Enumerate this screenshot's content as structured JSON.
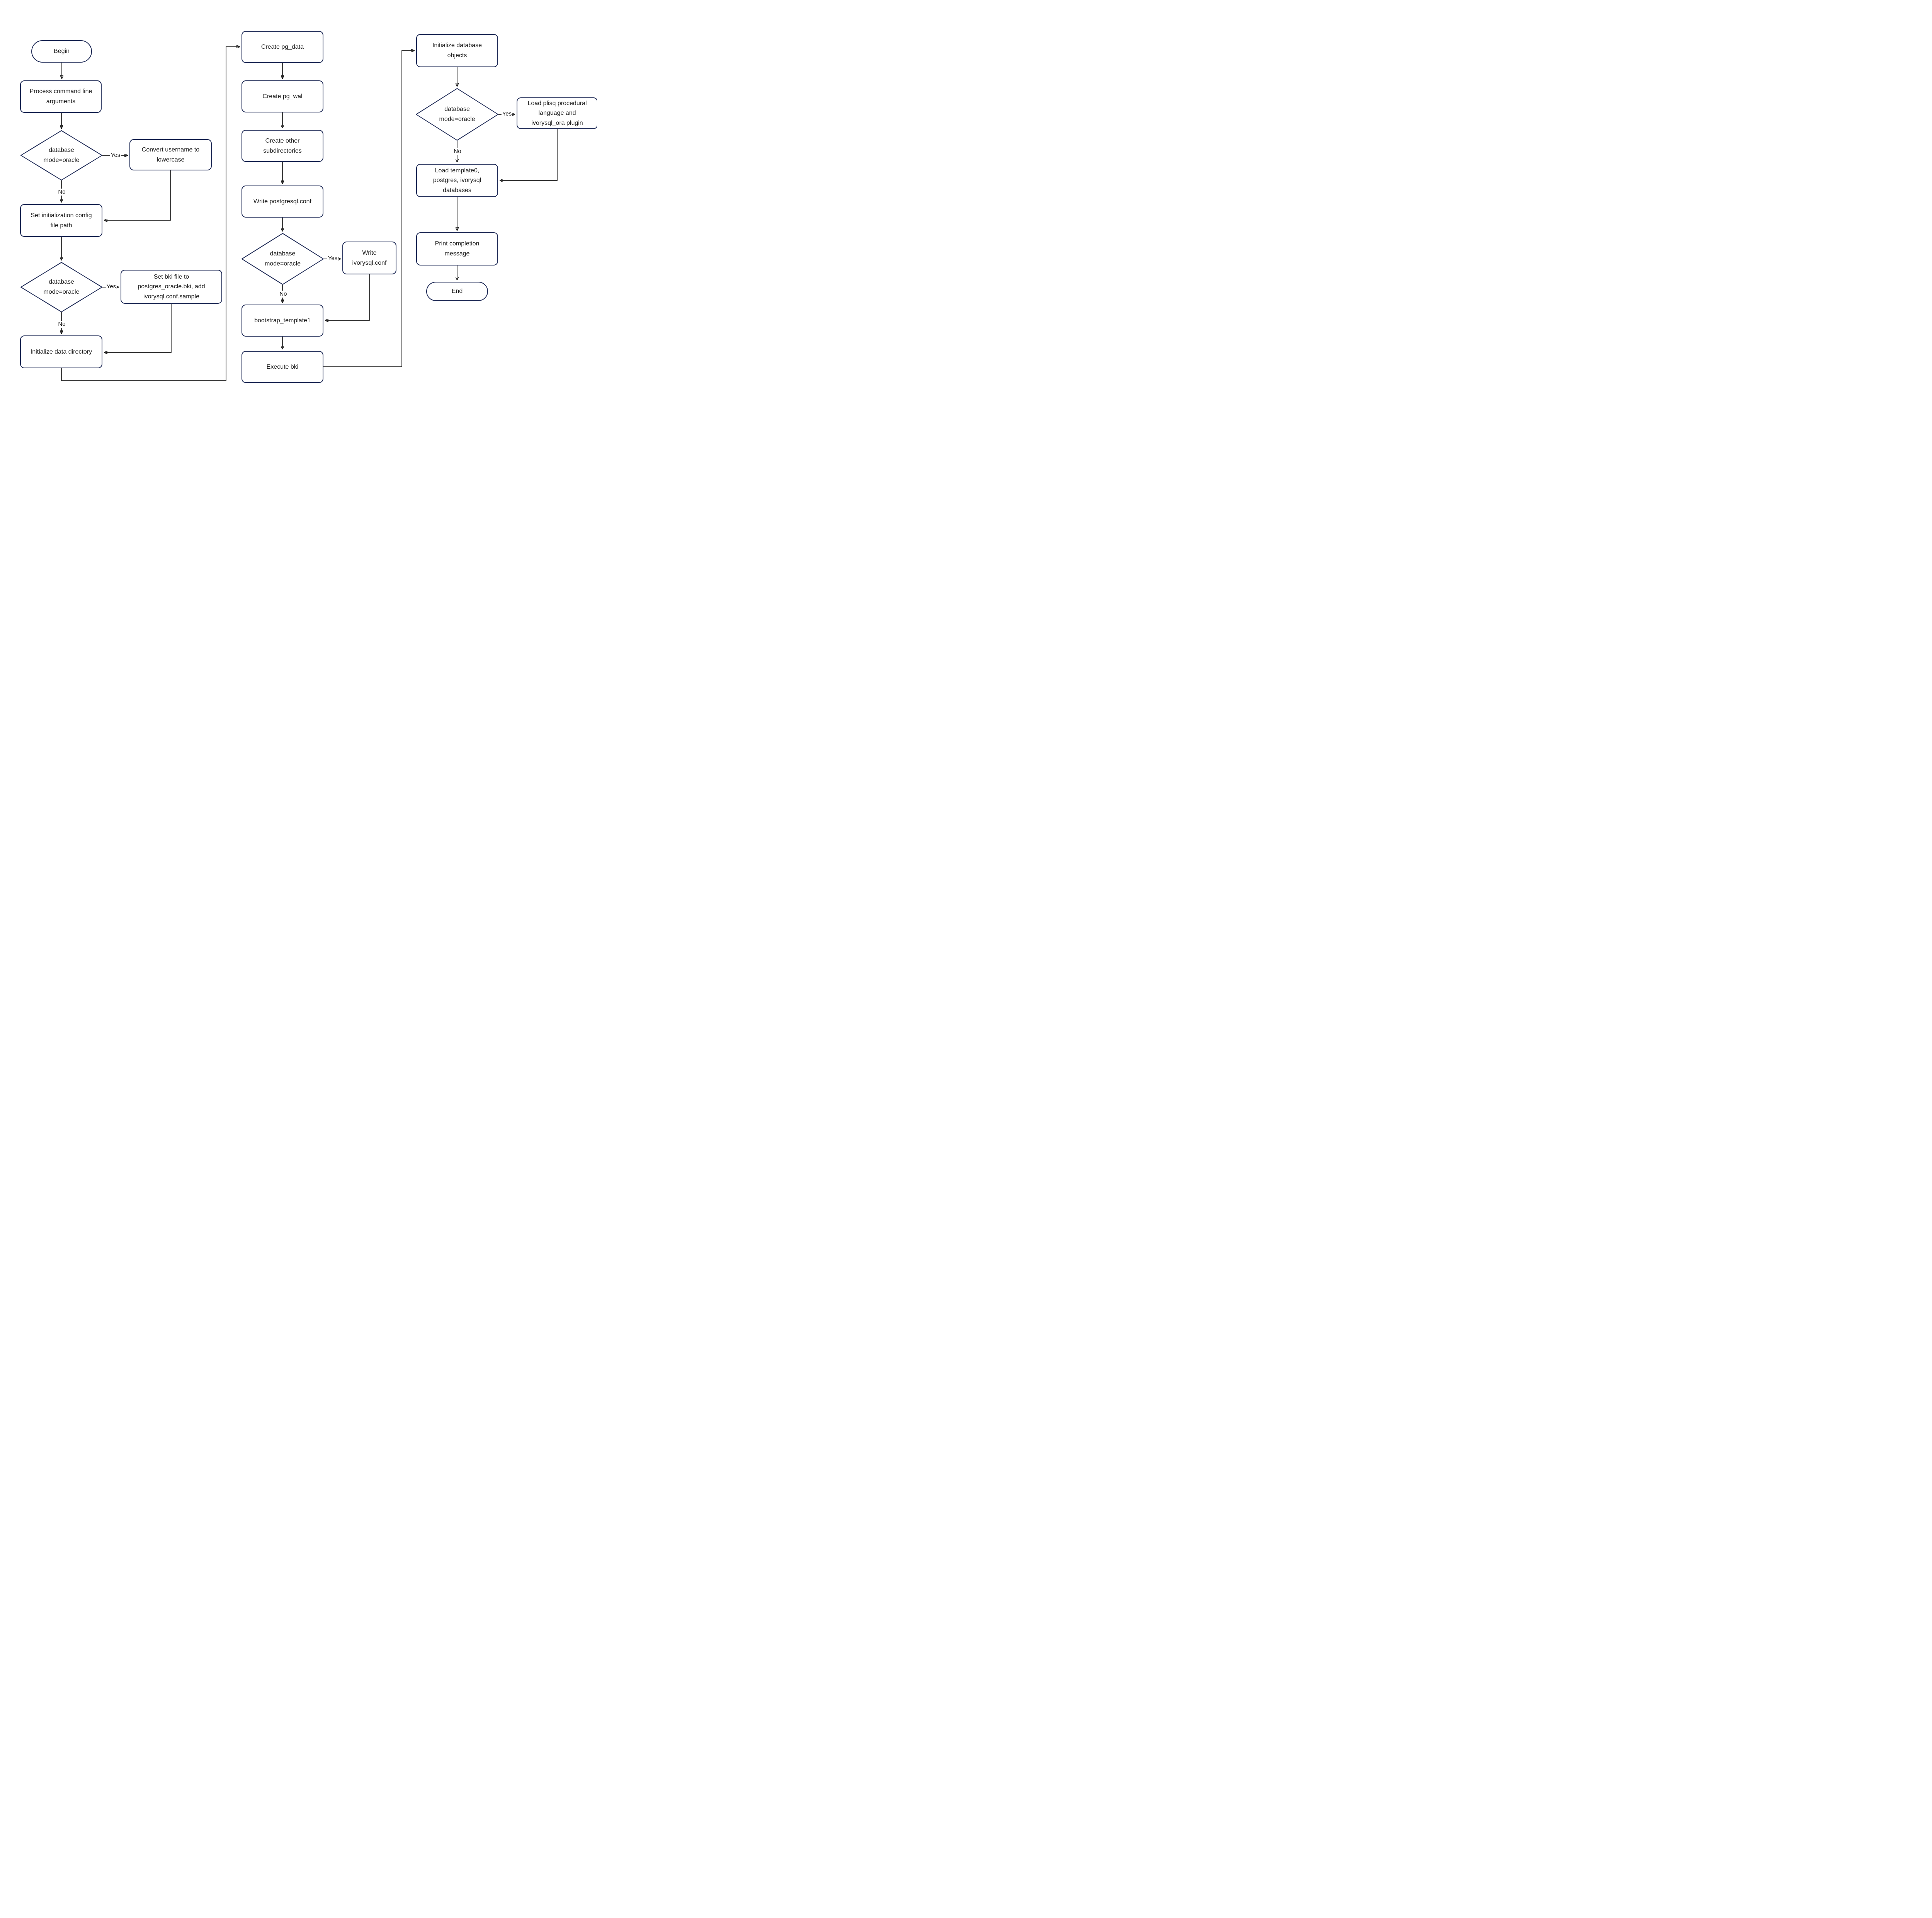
{
  "diagram": {
    "type": "flowchart",
    "colors": {
      "node_border": "#1e2a56",
      "connector": "#1f1f1f",
      "text": "#1c1c1c",
      "background": "#ffffff"
    },
    "nodes": {
      "begin": {
        "label": "Begin",
        "type": "terminator"
      },
      "process_args": {
        "label": "Process command line arguments",
        "type": "process"
      },
      "decision_mode_1": {
        "label": "database mode=oracle",
        "type": "decision"
      },
      "convert_username": {
        "label": "Convert username to lowercase",
        "type": "process"
      },
      "set_config_path": {
        "label": "Set initialization config file path",
        "type": "process"
      },
      "decision_mode_2": {
        "label": "database mode=oracle",
        "type": "decision"
      },
      "set_bki_file": {
        "label": "Set bki file to postgres_oracle.bki, add ivorysql.conf.sample",
        "type": "process"
      },
      "init_data_dir": {
        "label": "Initialize data directory",
        "type": "process"
      },
      "create_pg_data": {
        "label": "Create pg_data",
        "type": "process"
      },
      "create_pg_wal": {
        "label": "Create pg_wal",
        "type": "process"
      },
      "create_other_subdirs": {
        "label": "Create other subdirectories",
        "type": "process"
      },
      "write_postgresql_conf": {
        "label": "Write postgresql.conf",
        "type": "process"
      },
      "decision_mode_3": {
        "label": "database mode=oracle",
        "type": "decision"
      },
      "write_ivorysql_conf": {
        "label": "Write ivorysql.conf",
        "type": "process"
      },
      "bootstrap_template1": {
        "label": "bootstrap_template1",
        "type": "process"
      },
      "execute_bki": {
        "label": "Execute bki",
        "type": "process"
      },
      "init_db_objects": {
        "label": "Initialize database objects",
        "type": "process"
      },
      "decision_mode_4": {
        "label": "database mode=oracle",
        "type": "decision"
      },
      "load_plisq_plugin": {
        "label": "Load plisq procedural language and ivorysql_ora plugin",
        "type": "process"
      },
      "load_databases": {
        "label": "Load template0, postgres, ivorysql databases",
        "type": "process"
      },
      "print_completion": {
        "label": "Print completion message",
        "type": "process"
      },
      "end": {
        "label": "End",
        "type": "terminator"
      }
    },
    "edge_labels": {
      "decision1_yes": "Yes",
      "decision1_no": "No",
      "decision2_yes": "Yes",
      "decision2_no": "No",
      "decision3_yes": "Yes",
      "decision3_no": "No",
      "decision4_yes": "Yes",
      "decision4_no": "No"
    }
  }
}
